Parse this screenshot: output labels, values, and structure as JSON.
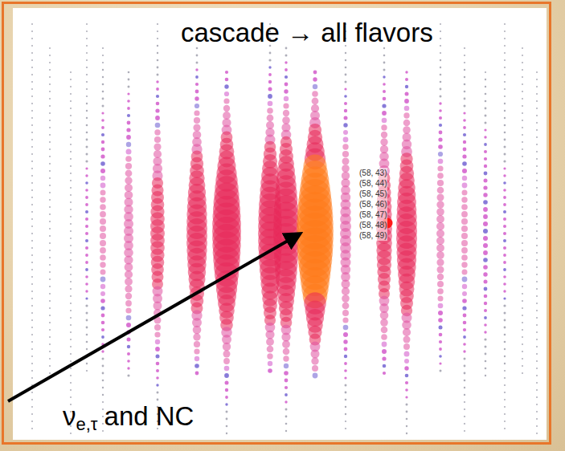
{
  "diagram": {
    "title": "cascade → all flavors",
    "labels": [
      "(58, 43)",
      "(58, 44)",
      "(58, 45)",
      "(58, 46)",
      "(58, 47)",
      "(58, 48)",
      "(58, 49)",
      "ν",
      "e,τ",
      "and NC"
    ]
  }
}
